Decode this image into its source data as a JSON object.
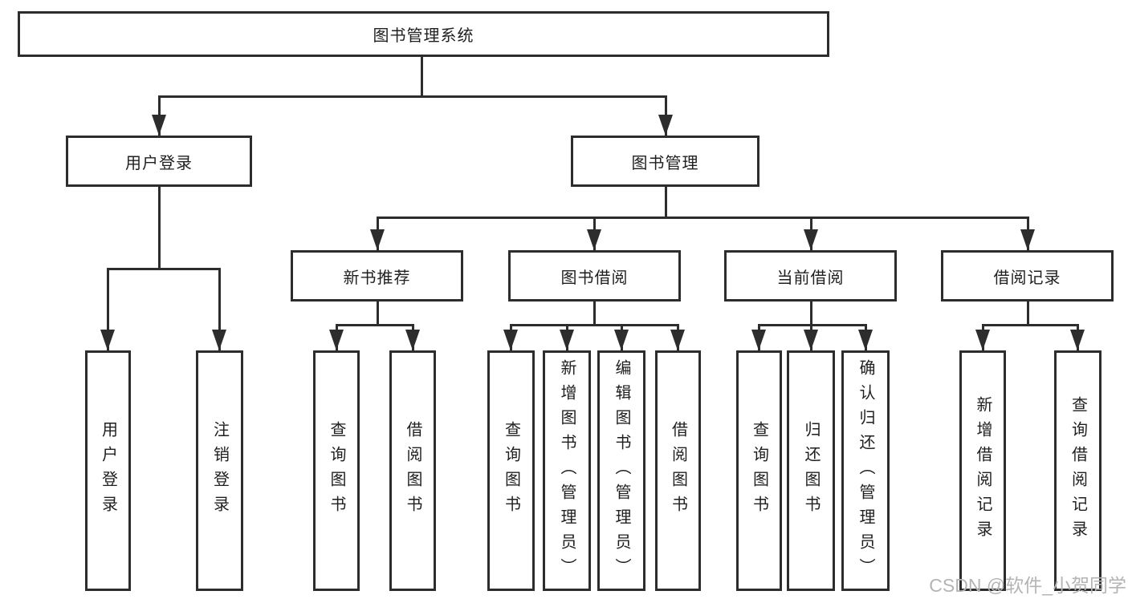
{
  "tree": {
    "root": {
      "label": "图书管理系统"
    },
    "login": {
      "label": "用户登录",
      "children": [
        {
          "label": "用户登录"
        },
        {
          "label": "注销登录"
        }
      ]
    },
    "management": {
      "label": "图书管理",
      "groups": [
        {
          "label": "新书推荐",
          "children": [
            {
              "label": "查询图书"
            },
            {
              "label": "借阅图书"
            }
          ]
        },
        {
          "label": "图书借阅",
          "children": [
            {
              "label": "查询图书"
            },
            {
              "label": "新增图书（管理员）"
            },
            {
              "label": "编辑图书（管理员）"
            },
            {
              "label": "借阅图书"
            }
          ]
        },
        {
          "label": "当前借阅",
          "children": [
            {
              "label": "查询图书"
            },
            {
              "label": "归还图书"
            },
            {
              "label": "确认归还（管理员）"
            }
          ]
        },
        {
          "label": "借阅记录",
          "children": [
            {
              "label": "新增借阅记录"
            },
            {
              "label": "查询借阅记录"
            }
          ]
        }
      ]
    }
  },
  "watermark": {
    "text": "CSDN @软件_小贺同学"
  },
  "colors": {
    "line": "#2d2d2d",
    "text": "#1f1f1f",
    "background": "#ffffff",
    "watermark": "#b4b4b4"
  }
}
